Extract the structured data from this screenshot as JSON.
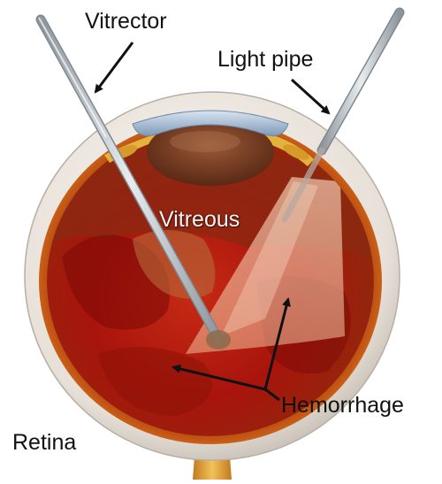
{
  "labels": {
    "vitrector": "Vitrector",
    "light_pipe": "Light pipe",
    "vitreous": "Vitreous",
    "hemorrhage": "Hemorrhage",
    "retina": "Retina"
  },
  "colors": {
    "sclera": "#e9e3dc",
    "retina_rim": "#d9741c",
    "vitreous_red": "#a8140c",
    "hemorrhage_dark": "#7a0a06",
    "lens": "#6b3a22",
    "cornea": "#b7cbe0",
    "ciliary": "#e4b33c",
    "light_beam": "#f3c2a4",
    "instrument": "#c9ced3",
    "optic_nerve": "#e2a23a",
    "text": "#111111",
    "arrow": "#111111"
  },
  "icons": {
    "vitrector": "vitrector-instrument-icon",
    "light_pipe": "light-pipe-instrument-icon"
  }
}
